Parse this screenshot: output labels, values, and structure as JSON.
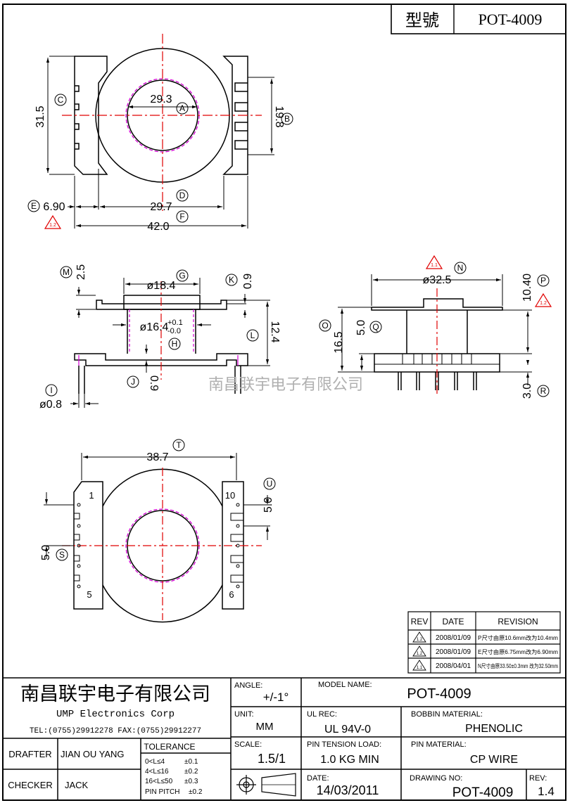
{
  "header": {
    "model_label": "型號",
    "model_value": "POT-4009"
  },
  "watermark": "南昌联宇电子有限公司",
  "views": {
    "top": {
      "dim_inner_dia": "29.3",
      "dim_height": "31.5",
      "dim_slot_span": "19.8",
      "dim_e": "6.90",
      "dim_d": "29.7",
      "dim_f": "42.0",
      "tag_a": "A",
      "tag_b": "B",
      "tag_c": "C",
      "tag_d": "D",
      "tag_e": "E",
      "tag_f": "F",
      "rev_mark_e": "1.2"
    },
    "side": {
      "dim_g": "ø18.4",
      "dim_h_main": "ø16.4",
      "dim_h_tol_plus": "+0.1",
      "dim_h_tol_minus": "-0.0",
      "dim_m": "2.5",
      "dim_k": "0.9",
      "dim_l": "12.4",
      "dim_j": "0.9",
      "dim_i": "ø0.8",
      "tag_g": "G",
      "tag_h": "H",
      "tag_i": "I",
      "tag_j": "J",
      "tag_k": "K",
      "tag_l": "L",
      "tag_m": "M"
    },
    "front": {
      "dim_n": "ø32.5",
      "dim_p": "10.40",
      "dim_o": "16.5",
      "dim_q": "5.0",
      "dim_r": "3.0",
      "tag_n": "N",
      "tag_o": "O",
      "tag_p": "P",
      "tag_q": "Q",
      "tag_r": "R",
      "rev_mark_n": "1.1",
      "rev_mark_p": "1.2"
    },
    "bottom": {
      "dim_t": "38.7",
      "dim_u": "5.0",
      "dim_s": "5.0",
      "tag_t": "T",
      "tag_u": "U",
      "tag_s": "S",
      "pin_1": "1",
      "pin_5": "5",
      "pin_6": "6",
      "pin_10": "10"
    }
  },
  "revisions": {
    "headers": [
      "REV",
      "DATE",
      "REVISION"
    ],
    "rows": [
      {
        "rev": "1.2",
        "date": "2008/01/09",
        "text": "P尺寸由原10.6mm改为10.4mm"
      },
      {
        "rev": "1.2",
        "date": "2008/01/09",
        "text": "E尺寸由原6.75mm改为6.90mm"
      },
      {
        "rev": "1.1",
        "date": "2008/04/01",
        "text": "N尺寸由原33.50±0.3mm 改为32.50mm"
      }
    ]
  },
  "title_block": {
    "company_cn": "南昌联宇电子有限公司",
    "company_en": "UMP  Electronics  Corp",
    "contact": "TEL:(0755)29912278 FAX:(0755)29912277",
    "angle_label": "ANGLE:",
    "angle_value": "+/-1°",
    "unit_label": "UNIT:",
    "unit_value": "MM",
    "scale_label": "SCALE:",
    "scale_value": "1.5/1",
    "model_label": "MODEL NAME:",
    "model_value": "POT-4009",
    "ul_label": "UL REC:",
    "ul_value": "UL 94V-0",
    "bobbin_label": "BOBBIN MATERIAL:",
    "bobbin_value": "PHENOLIC",
    "tension_label": "PIN TENSION LOAD:",
    "tension_value": "1.0  KG MIN",
    "pin_mat_label": "PIN MATERIAL:",
    "pin_mat_value": "CP  WIRE",
    "date_label": "DATE:",
    "date_value": "14/03/2011",
    "drawing_label": "DRAWING NO:",
    "drawing_value": "POT-4009",
    "rev_label": "REV:",
    "rev_value": "1.4",
    "drafter_label": "DRAFTER",
    "drafter_value": "JIAN OU YANG",
    "checker_label": "CHECKER",
    "checker_value": "JACK",
    "tolerance_title": "TOLERANCE",
    "tol_rows": [
      {
        "range": "0<L≤4",
        "tol": "±0.1"
      },
      {
        "range": "4<L≤16",
        "tol": "±0.2"
      },
      {
        "range": "16<L≤50",
        "tol": "±0.3"
      },
      {
        "range": "PIN PITCH",
        "tol": "±0.2"
      }
    ]
  }
}
